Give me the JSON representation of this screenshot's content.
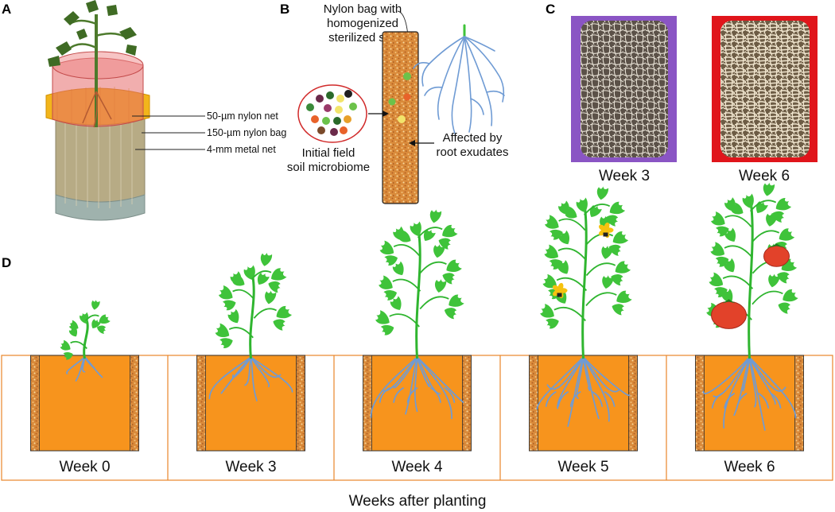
{
  "panels": {
    "a": {
      "letter": "A",
      "labels": [
        "50-µm nylon net",
        "150-µm nylon bag",
        "4-mm metal net"
      ]
    },
    "b": {
      "letter": "B",
      "bag_label": [
        "Nylon bag with",
        "homogenized",
        "sterilized soil"
      ],
      "microbiome_label": [
        "Initial field",
        "soil microbiome"
      ],
      "exudates_label": [
        "Affected by",
        "root exudates"
      ]
    },
    "c": {
      "letter": "C",
      "photos": [
        {
          "label": "Week 3",
          "background": "#8a55c4"
        },
        {
          "label": "Week 6",
          "background": "#e0151b"
        }
      ]
    },
    "d": {
      "letter": "D",
      "weeks": [
        {
          "label": "Week 0",
          "stage": 0
        },
        {
          "label": "Week 3",
          "stage": 1
        },
        {
          "label": "Week 4",
          "stage": 2
        },
        {
          "label": "Week 5",
          "stage": 3
        },
        {
          "label": "Week 6",
          "stage": 4
        }
      ],
      "axis_label": "Weeks after planting"
    }
  },
  "colors": {
    "soil": "#f7941d",
    "soil_border": "#e8862a",
    "root": "#6f9bd4",
    "leaf": "#3fc33a",
    "stem": "#2fb52f",
    "flower": "#f6c20f",
    "tomato": "#e2422a"
  }
}
